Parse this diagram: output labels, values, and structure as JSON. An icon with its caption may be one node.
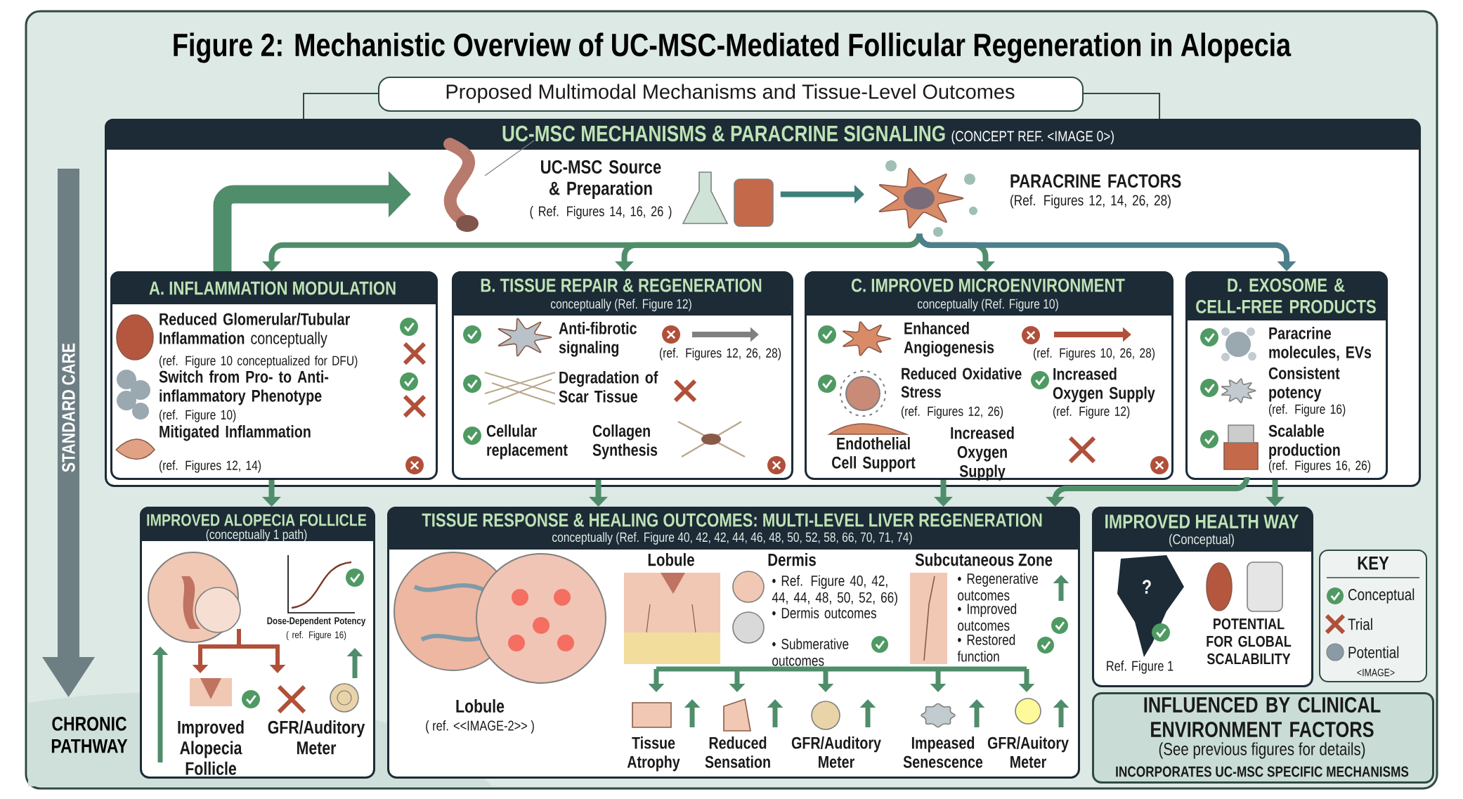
{
  "diagram": {
    "title": "Figure 2: Mechanistic Overview of UC-MSC-Mediated Follicular Regeneration in Alopecia",
    "nodes": [
      {
        "text": [
          "Proposed Multimodal Mechanisms and Tissue-Level Outcomes"
        ]
      },
      {
        "text": [
          "UC-MSC MECHANISMS & PARACRINE SIGNALING",
          "(CONCEPT REF. <IMAGE 0>)"
        ]
      },
      {
        "text": [
          "UC-MSC Source & Preparation",
          "( Ref. Figures 14, 16, 26 )"
        ],
        "in": 1
      },
      {
        "text": [
          "PARACRINE FACTORS",
          "(Ref. Figures 12, 14, 26, 28)"
        ],
        "in": 1
      },
      {
        "text": [
          "A. INFLAMMATION MODULATION",
          "**Reduced Glomerular/Tubular Inflammation** conceptually",
          "(ref. Figure 10 conceptualized for DFU)",
          "Switch from Pro- to Anti-inflammatory Phenotype",
          "(ref. Figure 10)",
          "Mitigated Inflammation",
          "(ref. Figures 12, 14)"
        ],
        "in": 1
      },
      {
        "text": [
          "B. TISSUE REPAIR & REGENERATION",
          "conceptually (Ref. Figure 12)",
          "Anti-fibrotic signaling",
          "(ref. Figures 12, 26, 28)",
          "Degradation of Scar Tissue",
          "Cellular replacement",
          "Collagen Synthesis"
        ],
        "in": 1
      },
      {
        "text": [
          "C. IMPROVED MICROENVIRONMENT",
          "conceptually (Ref. Figure 10)",
          "Enhanced Angiogenesis",
          "(ref. Figures 10, 26, 28)",
          "Reduced Oxidative Stress",
          "(ref. Figures 12, 26)",
          "Increased Oxygen Supply",
          "(ref. Figure 12)",
          "Endothelial Cell Support",
          "Increased Oxygen Supply"
        ],
        "in": 1
      },
      {
        "text": [
          "D. EXOSOME & CELL-FREE PRODUCTS",
          "Paracrine molecules, EVs",
          "Consistent potency",
          "(ref. Figure 16)",
          "Scalable production",
          "(ref. Figures 16, 26)"
        ],
        "in": 1
      },
      {
        "text": [
          "IMPROVED ALOPECIA FOLLICLE",
          "(conceptually 1 path)",
          "Dose-Dependent Potency",
          "( ref. Figure 16)",
          "Improved Alopecia Follicle",
          "GFR/Auditory Meter"
        ]
      },
      {
        "text": [
          "TISSUE RESPONSE & HEALING OUTCOMES: MULTI-LEVEL LIVER REGENERATION",
          "conceptually (Ref. Figure 40, 42, 42, 44, 46, 48, 50, 52, 58, 66, 70, 71, 74)",
          "Lobule",
          "Dermis",
          "• Ref. Figure 40, 42, 44, 44, 48, 50, 52, 66)",
          "• Dermis outcomes",
          "• Submerative outcomes",
          "Subcutaneous Zone",
          "• Regenerative outcomes",
          "• Improved outcomes",
          "• Restored function",
          "Lobule",
          "( ref. <<IMAGE-2>> )",
          "Tissue Atrophy",
          "Reduced Sensation",
          "GFR/Auditory Meter",
          "Impeased Senescence",
          "GFR/Auitory Meter"
        ]
      },
      {
        "text": [
          "IMPROVED HEALTH WAY",
          "(Conceptual)",
          "?",
          "Ref. Figure 1",
          "POTENTIAL FOR GLOBAL SCALABILITY"
        ]
      },
      {
        "text": [
          "INFLUENCED BY CLINICAL ENVIRONMENT FACTORS",
          "(See previous figures for details)",
          "INCORPORATES UC-MSC SPECIFIC MECHANISMS"
        ]
      }
    ],
    "edges": [
      {
        "from": 4,
        "to": 2,
        "arrow": "to",
        "style": "thick"
      },
      {
        "from": 2,
        "to": 3,
        "arrow": "to",
        "color": "#3f7f7a"
      },
      {
        "from": 3,
        "to": 4,
        "arrow": "to"
      },
      {
        "from": 3,
        "to": 5,
        "arrow": "to"
      },
      {
        "from": 3,
        "to": 6,
        "arrow": "to"
      },
      {
        "from": 3,
        "to": 7,
        "arrow": "to",
        "color": "#4e7f8c"
      },
      {
        "from": 4,
        "to": 8,
        "arrow": "to"
      },
      {
        "from": 5,
        "to": 9,
        "arrow": "to"
      },
      {
        "from": 6,
        "to": 9,
        "arrow": "to"
      },
      {
        "from": 7,
        "to": 9,
        "arrow": "to"
      },
      {
        "from": 7,
        "to": 10,
        "arrow": "to"
      }
    ],
    "labels": [
      "STANDARD CARE",
      "CHRONIC PATHWAY",
      "KEY",
      "<IMAGE>"
    ],
    "legend": [
      {
        "text": "Conceptual"
      },
      {
        "text": "Trial"
      },
      {
        "text": "Potential"
      }
    ]
  }
}
